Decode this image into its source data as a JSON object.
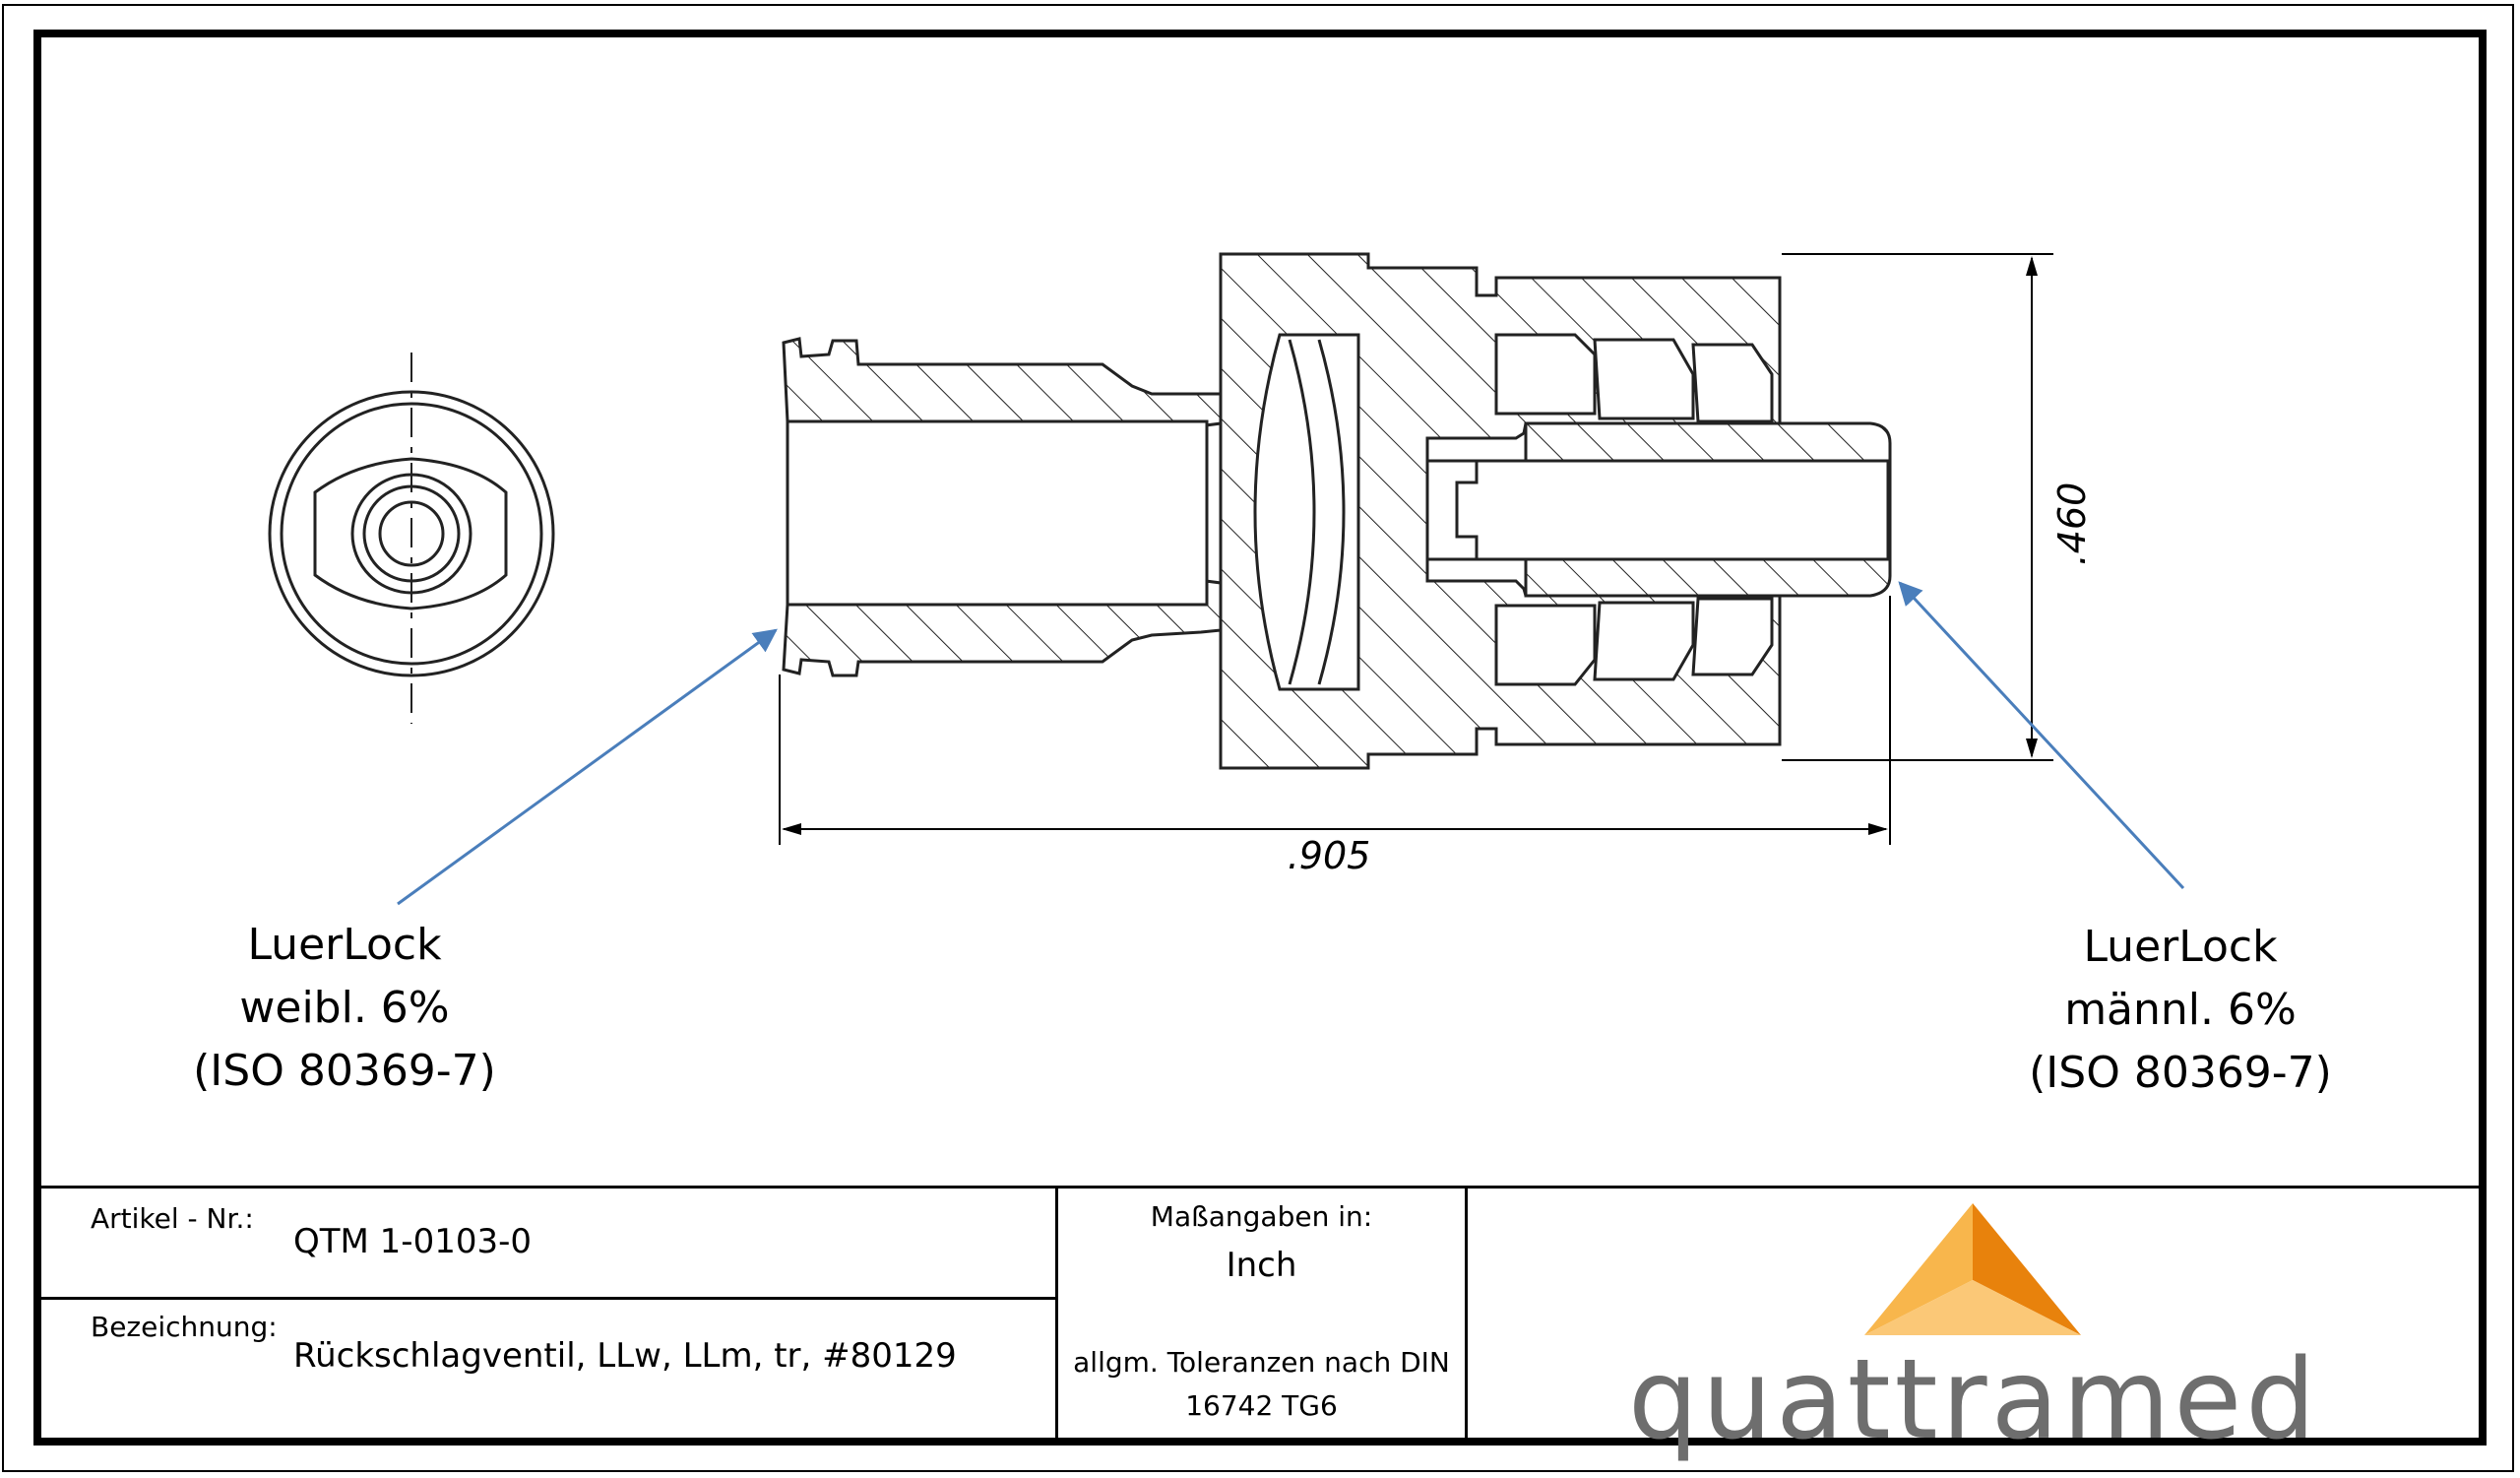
{
  "drawing": {
    "dim_length": ".905",
    "dim_height": ".460"
  },
  "callouts": {
    "left": {
      "line1": "LuerLock",
      "line2": "weibl. 6%",
      "line3": "(ISO 80369-7)"
    },
    "right": {
      "line1": "LuerLock",
      "line2": "männl. 6%",
      "line3": "(ISO 80369-7)"
    },
    "arrow_color": "#4a7ebb"
  },
  "title_block": {
    "article_label": "Artikel - Nr.:",
    "article_value": "QTM 1-0103-0",
    "designation_label": "Bezeichnung:",
    "designation_value": "Rückschlagventil, LLw, LLm, tr, #80129",
    "units_label": "Maßangaben in:",
    "units_value": "Inch",
    "tolerance_line1": "allgm. Toleranzen nach DIN",
    "tolerance_line2": "16742 TG6"
  },
  "logo": {
    "text": "quattramed",
    "colors": {
      "light": "#f8b64c",
      "mid": "#f39a1e",
      "dark": "#e8820c",
      "text": "#6e6e6e"
    }
  }
}
